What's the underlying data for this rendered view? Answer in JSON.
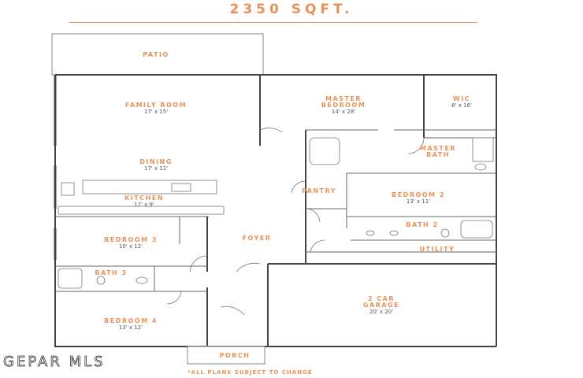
{
  "title": "2350 SQFT.",
  "accent_color": "#e8925a",
  "rooms": {
    "patio": {
      "name": "PATIO"
    },
    "family_room": {
      "name": "FAMILY ROOM",
      "dim": "17' x 15'"
    },
    "dining": {
      "name": "DINING",
      "dim": "17' x 12'"
    },
    "kitchen": {
      "name": "KITCHEN",
      "dim": "17' x 9'"
    },
    "master_bedroom": {
      "name_line1": "MASTER",
      "name_line2": "BEDROOM",
      "dim": "14' x 28'"
    },
    "wic": {
      "name": "WIC",
      "dim": "6' x 16'"
    },
    "master_bath": {
      "name_line1": "MASTER",
      "name_line2": "BATH"
    },
    "pantry": {
      "name": "PANTRY"
    },
    "bedroom_2": {
      "name": "BEDROOM 2",
      "dim": "13' x 11'"
    },
    "bath_2": {
      "name": "BATH 2"
    },
    "utility": {
      "name": "UTILITY"
    },
    "bedroom_3": {
      "name": "BEDROOM 3",
      "dim": "10' x 12'"
    },
    "foyer": {
      "name": "FOYER"
    },
    "bath_3": {
      "name": "BATH 3"
    },
    "garage": {
      "name_line1": "2 CAR",
      "name_line2": "GARAGE",
      "dim": "20' x 20'"
    },
    "bedroom_4": {
      "name": "BEDROOM 4",
      "dim": "13' x 12'"
    },
    "porch": {
      "name": "PORCH"
    }
  },
  "watermark": "GEPAR MLS",
  "note": "*ALL PLANS SUBJECT TO CHANGE"
}
